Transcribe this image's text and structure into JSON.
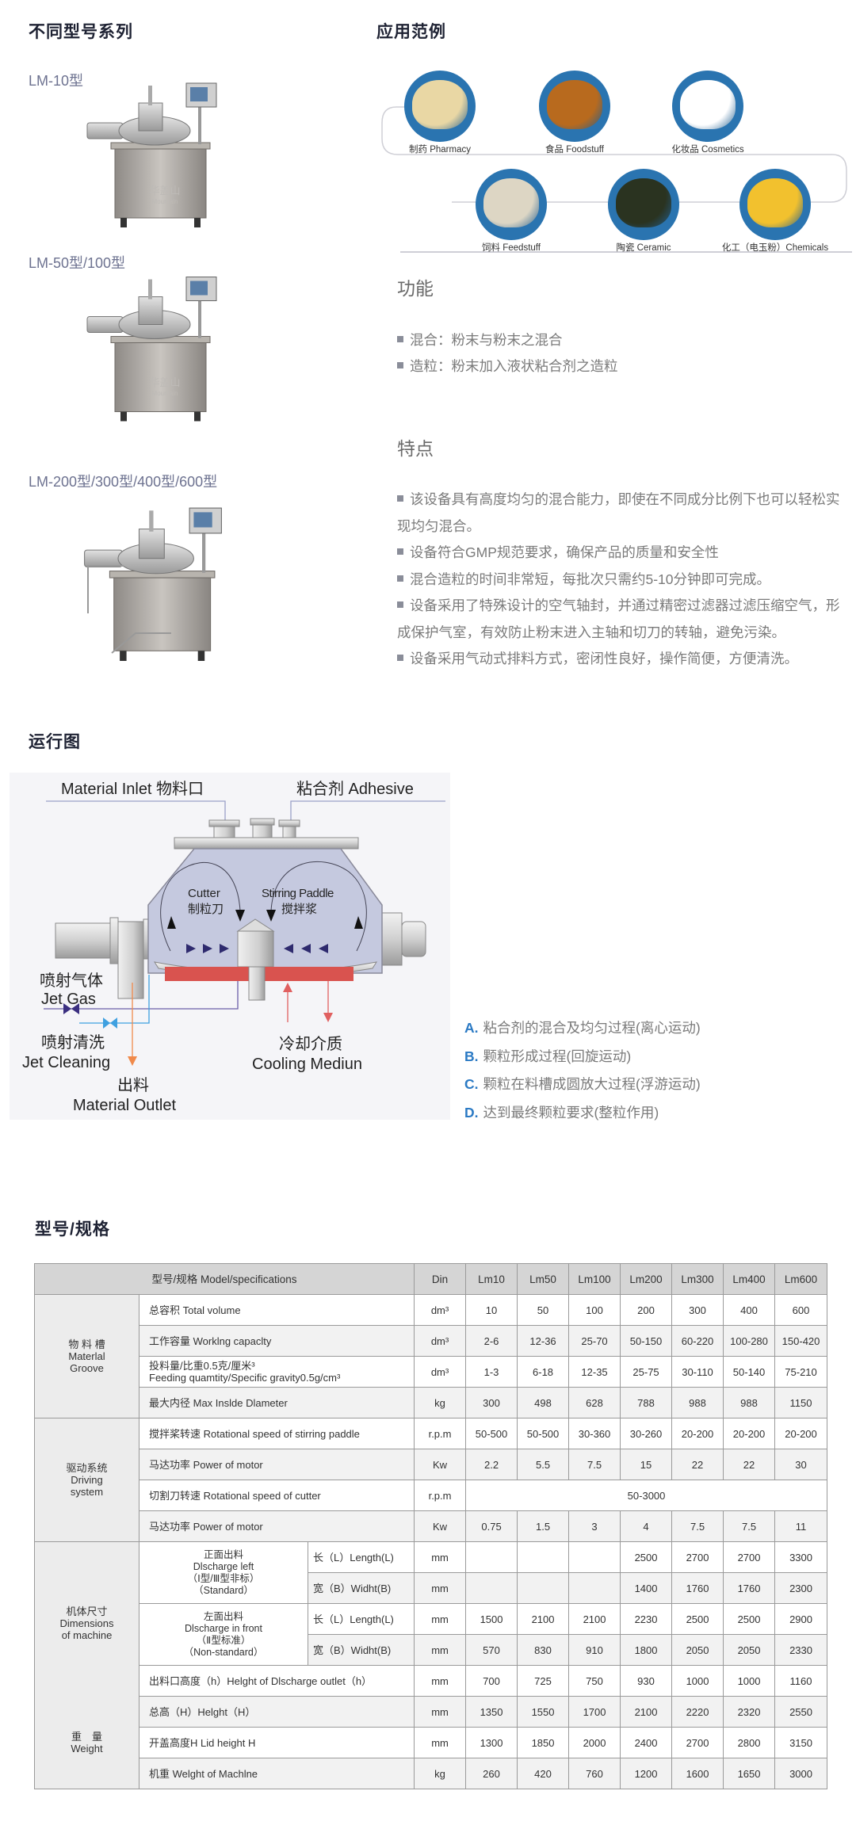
{
  "models_section": {
    "title": "不同型号系列",
    "items": [
      {
        "label": "LM-10型"
      },
      {
        "label": "LM-50型/100型"
      },
      {
        "label": "LM-200型/300型/400型/600型"
      }
    ],
    "watermark": {
      "cn": "华盖山",
      "en": "Mountain"
    }
  },
  "applications": {
    "title": "应用范例",
    "items": [
      {
        "label": "制药 Pharmacy",
        "color": "#e9d7a4"
      },
      {
        "label": "食品 Foodstuff",
        "color": "#b86a1e"
      },
      {
        "label": "化妆品 Cosmetics",
        "color": "#ffffff"
      },
      {
        "label": "饲料 Feedstuff",
        "color": "#ddd6c4"
      },
      {
        "label": "陶瓷 Ceramic",
        "color": "#2a3320"
      },
      {
        "label": "化工（电玉粉）Chemicals",
        "color": "#f2c12e"
      }
    ]
  },
  "functions": {
    "title": "功能",
    "items": [
      "混合：粉末与粉末之混合",
      "造粒：粉末加入液状粘合剂之造粒"
    ]
  },
  "features": {
    "title": "特点",
    "items": [
      "该设备具有高度均匀的混合能力，即使在不同成分比例下也可以轻松实现均匀混合。",
      "设备符合GMP规范要求，确保产品的质量和安全性",
      "混合造粒的时间非常短，每批次只需约5-10分钟即可完成。",
      "设备采用了特殊设计的空气轴封，并通过精密过滤器过滤压缩空气，形成保护气室，有效防止粉末进入主轴和切刀的转轴，避免污染。",
      "设备采用气动式排料方式，密闭性良好，操作简便，方便清洗。"
    ]
  },
  "diagram": {
    "title": "运行图",
    "material_inlet": "Material Inlet 物料口",
    "adhesive": "粘合剂 Adhesive",
    "cutter_en": "Cutter",
    "cutter_cn": "制粒刀",
    "paddle_en": "Stirring Paddle",
    "paddle_cn": "搅拌浆",
    "jet_gas_cn": "喷射气体",
    "jet_gas_en": "Jet Gas",
    "jet_cleaning_cn": "喷射清洗",
    "jet_cleaning_en": "Jet Cleaning",
    "outlet_cn": "出料",
    "outlet_en": "Material Outlet",
    "cooling_cn": "冷却介质",
    "cooling_en": "Cooling Mediun",
    "legend": [
      {
        "letter": "A.",
        "text": "粘合剂的混合及均匀过程(离心运动)"
      },
      {
        "letter": "B.",
        "text": "颗粒形成过程(回旋运动)"
      },
      {
        "letter": "C.",
        "text": "颗粒在料槽成圆放大过程(浮游运动)"
      },
      {
        "letter": "D.",
        "text": "达到最终颗粒要求(整粒作用)"
      }
    ],
    "colors": {
      "chamber": "#c5c9df",
      "jacket": "#d9534f",
      "gas": "#6b5ea8",
      "cleaning": "#3fa0e0",
      "outlet": "#f08a4b",
      "legend_letter": "#2b7ac4"
    }
  },
  "specs": {
    "title": "型号/规格",
    "header": {
      "model": "型号/规格 Model/specifications",
      "din": "Din",
      "models": [
        "Lm10",
        "Lm50",
        "Lm100",
        "Lm200",
        "Lm300",
        "Lm400",
        "Lm600"
      ]
    },
    "groups": [
      {
        "start": 0,
        "span": 4,
        "blocks": [
          [
            "物 料 槽",
            "Materlal",
            "Groove"
          ]
        ]
      },
      {
        "start": 4,
        "span": 4,
        "blocks": [
          [
            "驱动系统",
            "Driving",
            "system"
          ]
        ]
      },
      {
        "start": 8,
        "span": 8,
        "blocks": [
          [
            "机体尺寸",
            "Dimensions",
            "of machine"
          ],
          [
            "重　量",
            "Weight"
          ]
        ]
      }
    ],
    "subgroups": [
      {
        "start": 8,
        "span": 2,
        "lines": [
          "正面出料",
          "Dlscharge left",
          "（Ⅰ型/Ⅲ型非标）",
          "（Standard）"
        ]
      },
      {
        "start": 10,
        "span": 2,
        "lines": [
          "左面出料",
          "Dlscharge in front",
          "（Ⅱ型标准）",
          "（Non-standard）"
        ]
      }
    ],
    "rows": [
      {
        "item": "总容积 Total volume",
        "unit": "dm³",
        "values": [
          "10",
          "50",
          "100",
          "200",
          "300",
          "400",
          "600"
        ]
      },
      {
        "item": "工作容量 Worklng capaclty",
        "unit": "dm³",
        "values": [
          "2-6",
          "12-36",
          "25-70",
          "50-150",
          "60-220",
          "100-280",
          "150-420"
        ]
      },
      {
        "item": "投料量/比重0.5克/厘米³",
        "item2": "Feeding quamtity/Specific gravity0.5g/cm³",
        "unit": "dm³",
        "values": [
          "1-3",
          "6-18",
          "12-35",
          "25-75",
          "30-110",
          "50-140",
          "75-210"
        ]
      },
      {
        "item": "最大内径 Max Inslde Dlameter",
        "unit": "kg",
        "values": [
          "300",
          "498",
          "628",
          "788",
          "988",
          "988",
          "1150"
        ]
      },
      {
        "item": "搅拌桨转速 Rotational speed of stirring paddle",
        "unit": "r.p.m",
        "values": [
          "50-500",
          "50-500",
          "30-360",
          "30-260",
          "20-200",
          "20-200",
          "20-200"
        ]
      },
      {
        "item": "马达功率 Power of motor",
        "unit": "Kw",
        "values": [
          "2.2",
          "5.5",
          "7.5",
          "15",
          "22",
          "22",
          "30"
        ]
      },
      {
        "item": "切割刀转速 Rotational speed of cutter",
        "unit": "r.p.m",
        "merged": "50-3000"
      },
      {
        "item": "马达功率 Power of motor",
        "unit": "Kw",
        "values": [
          "0.75",
          "1.5",
          "3",
          "4",
          "7.5",
          "7.5",
          "11"
        ]
      },
      {
        "sub": "长（L）Length(L)",
        "unit": "mm",
        "values": [
          "",
          "",
          "",
          "2500",
          "2700",
          "2700",
          "3300"
        ]
      },
      {
        "sub": "宽（B）Widht(B)",
        "unit": "mm",
        "values": [
          "",
          "",
          "",
          "1400",
          "1760",
          "1760",
          "2300"
        ]
      },
      {
        "sub": "长（L）Length(L)",
        "unit": "mm",
        "values": [
          "1500",
          "2100",
          "2100",
          "2230",
          "2500",
          "2500",
          "2900"
        ]
      },
      {
        "sub": "宽（B）Widht(B)",
        "unit": "mm",
        "values": [
          "570",
          "830",
          "910",
          "1800",
          "2050",
          "2050",
          "2330"
        ]
      },
      {
        "item": "出料口高度（h）Helght of Dlscharge outlet（h）",
        "unit": "mm",
        "values": [
          "700",
          "725",
          "750",
          "930",
          "1000",
          "1000",
          "1160"
        ]
      },
      {
        "item": "总高（H）Helght（H）",
        "unit": "mm",
        "values": [
          "1350",
          "1550",
          "1700",
          "2100",
          "2220",
          "2320",
          "2550"
        ]
      },
      {
        "item": "开盖高度H  Lid height  H",
        "unit": "mm",
        "values": [
          "1300",
          "1850",
          "2000",
          "2400",
          "2700",
          "2800",
          "3150"
        ]
      },
      {
        "item": "机重 Welght of Machlne",
        "unit": "kg",
        "values": [
          "260",
          "420",
          "760",
          "1200",
          "1600",
          "1650",
          "3000"
        ]
      }
    ]
  }
}
